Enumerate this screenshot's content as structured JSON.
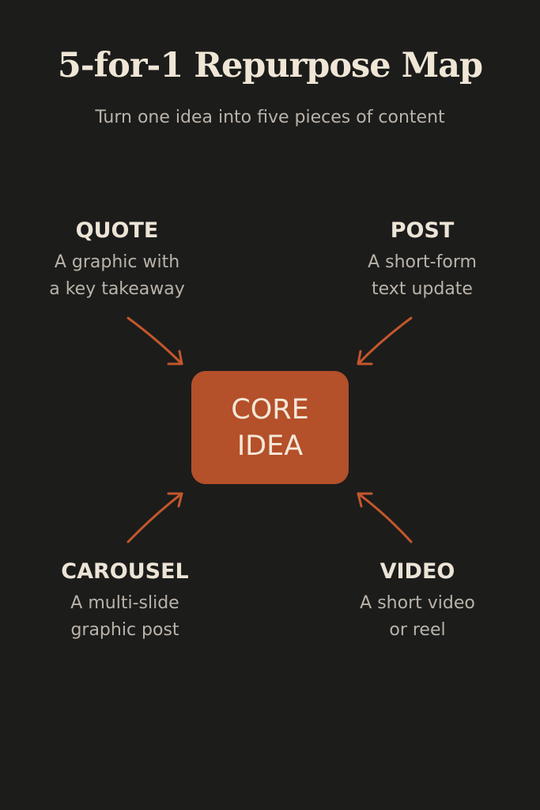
{
  "title": "5-for-1 Repurpose Map",
  "subtitle": "Turn one idea into five pieces of content",
  "core": {
    "line1": "CORE",
    "line2": "IDEA"
  },
  "nodes": {
    "quote": {
      "heading": "QUOTE",
      "line1": "A graphic with",
      "line2": "a key takeaway"
    },
    "post": {
      "heading": "POST",
      "line1": "A short-form",
      "line2": "text update"
    },
    "carousel": {
      "heading": "CAROUSEL",
      "line1": "A multi-slide",
      "line2": "graphic post"
    },
    "video": {
      "heading": "VIDEO",
      "line1": "A short video",
      "line2": "or reel"
    }
  },
  "colors": {
    "background": "#1c1c1b",
    "accent": "#b4502a",
    "arrow": "#c2572c"
  }
}
